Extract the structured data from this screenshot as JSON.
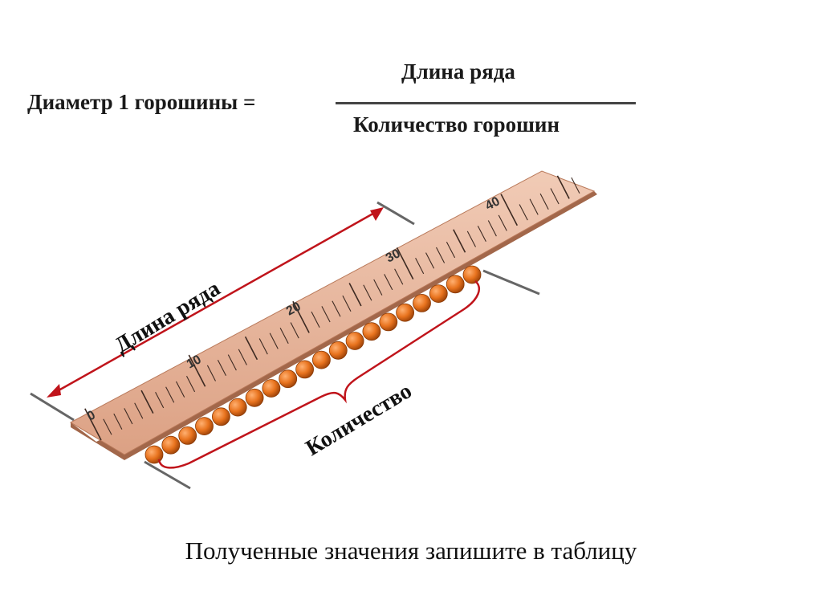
{
  "formula": {
    "lhs": "Диаметр 1  горошины =",
    "numerator": "Длина ряда",
    "denominator": "Количество горошин"
  },
  "ruler": {
    "tick_labels": [
      "0",
      "10",
      "20",
      "30",
      "40"
    ],
    "colors": {
      "body": "#e8b69a",
      "edge": "#a2674a",
      "ticks": "#3d2a22"
    }
  },
  "labels": {
    "row_length": "Длина ряда",
    "count": "Количество"
  },
  "peas": {
    "count": 20,
    "color": "#e8731e"
  },
  "colors": {
    "arrow": "#c0141b",
    "guide": "#666666"
  },
  "footer": "Полученные значения запишите в таблицу"
}
